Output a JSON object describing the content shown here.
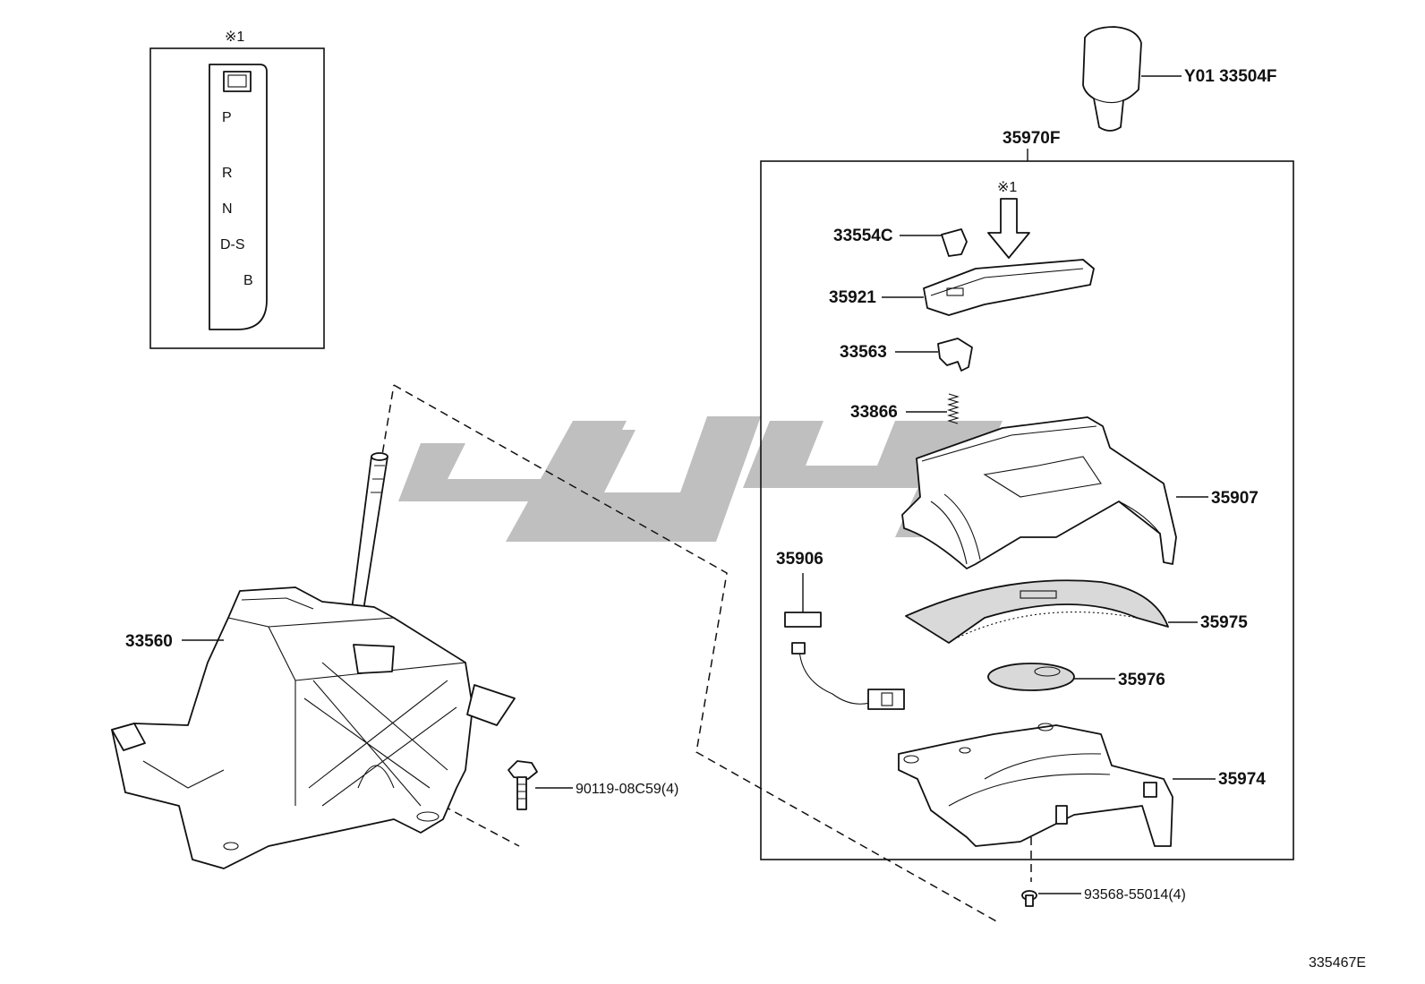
{
  "labels": {
    "knob": "Y01 33504F",
    "assembly": "35970F",
    "ref_top": "※1",
    "ref_inner": "※1",
    "p_33554c": "33554C",
    "p_35921": "35921",
    "p_33563": "33563",
    "p_33866": "33866",
    "p_35907": "35907",
    "p_35906": "35906",
    "p_35975": "35975",
    "p_35976": "35976",
    "p_35974": "35974",
    "p_33560": "33560",
    "bolt_left": "90119-08C59(4)",
    "screw_bottom": "93568-55014(4)",
    "diagram_id": "335467E"
  },
  "gear_indicator": {
    "positions": [
      "P",
      "R",
      "N",
      "D-S",
      "B"
    ]
  },
  "colors": {
    "line": "#111111",
    "watermark": "#bfbfbf"
  }
}
